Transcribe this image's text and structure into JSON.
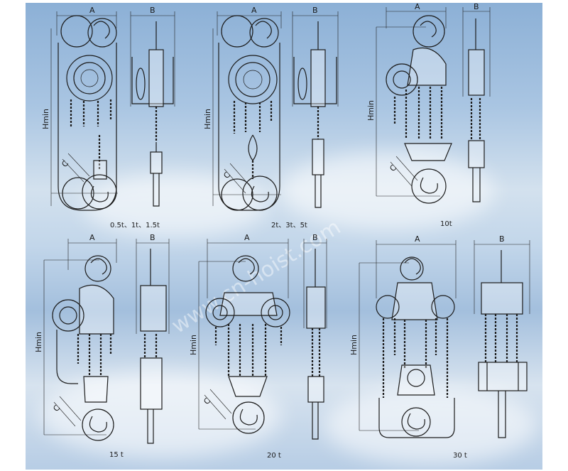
{
  "dimension_labels": {
    "a": "A",
    "b": "B",
    "hmin": "Hmin",
    "c": "C"
  },
  "captions": {
    "hoist_1": "0.5t、1t、1.5t",
    "hoist_2": "2t、3t、5t",
    "hoist_3": "10t",
    "hoist_4": "15 t",
    "hoist_5": "20 t",
    "hoist_6": "30 t"
  },
  "watermark": "www.cn-hoist.com"
}
